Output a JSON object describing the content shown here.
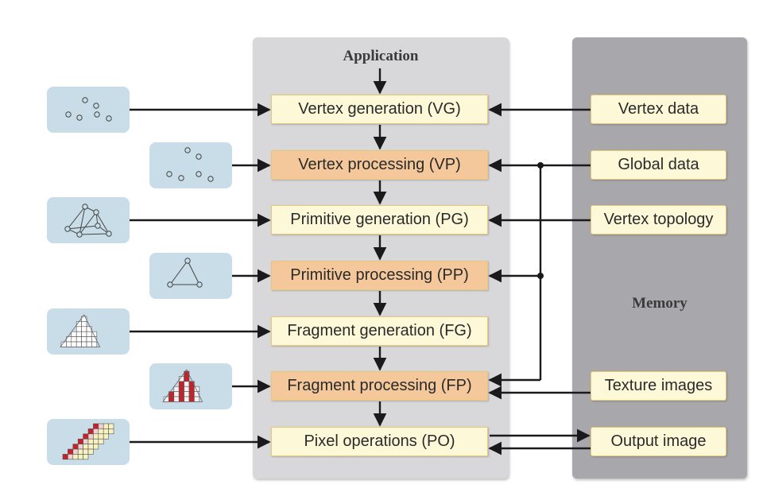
{
  "application": {
    "title": "Application"
  },
  "memory": {
    "title": "Memory",
    "items": [
      {
        "label": "Vertex data"
      },
      {
        "label": "Global data"
      },
      {
        "label": "Vertex topology"
      },
      {
        "label": "Texture images"
      },
      {
        "label": "Output image"
      }
    ]
  },
  "stages": [
    {
      "label": "Vertex generation (VG)",
      "kind": "generation"
    },
    {
      "label": "Vertex processing (VP)",
      "kind": "processing"
    },
    {
      "label": "Primitive generation (PG)",
      "kind": "generation"
    },
    {
      "label": "Primitive processing (PP)",
      "kind": "processing"
    },
    {
      "label": "Fragment generation (FG)",
      "kind": "generation"
    },
    {
      "label": "Fragment processing (FP)",
      "kind": "processing"
    },
    {
      "label": "Pixel operations (PO)",
      "kind": "generation"
    }
  ],
  "thumbnails": [
    {
      "icon": "vertex-points-icon"
    },
    {
      "icon": "transformed-points-icon"
    },
    {
      "icon": "triangle-mesh-icon"
    },
    {
      "icon": "single-triangle-icon"
    },
    {
      "icon": "fragment-grid-icon"
    },
    {
      "icon": "shaded-fragments-icon"
    },
    {
      "icon": "pixel-grid-icon"
    }
  ],
  "colors": {
    "generation_fill": "#fdf8d8",
    "processing_fill": "#f4c89a",
    "thumbnail_fill": "#c8dde8",
    "application_panel": "#d8d8da",
    "memory_panel": "#a8a8ac",
    "fragment_red": "#c8202a"
  }
}
